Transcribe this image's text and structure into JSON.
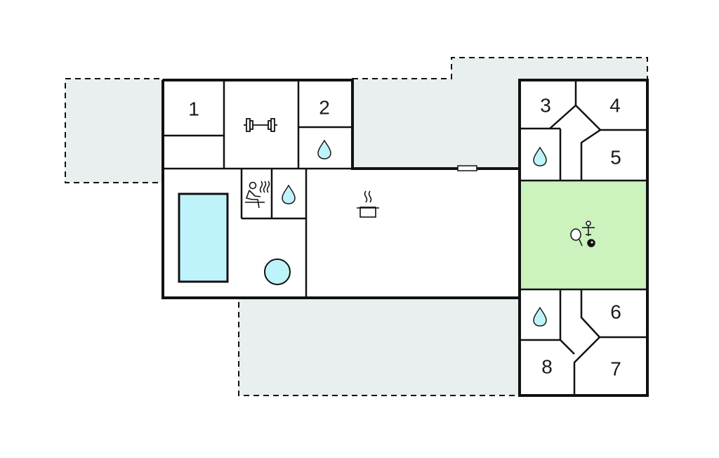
{
  "floorplan": {
    "room_numbers": [
      "1",
      "2",
      "3",
      "4",
      "5",
      "6",
      "7",
      "8"
    ],
    "icons": {
      "gym": "dumbbell-icon",
      "bathroom": "water-drop-icon",
      "sauna": "sauna-icon",
      "kitchen": "cooking-pot-icon",
      "pool": "pool-icon",
      "whirlpool": "whirlpool-icon",
      "games": "games-icon"
    },
    "colors": {
      "terrace": "#e9eeee",
      "games_room": "#ccf2bd",
      "pool_water": "#bff3fb",
      "water_icon": "#bff3fb",
      "walls": "#111111"
    }
  }
}
